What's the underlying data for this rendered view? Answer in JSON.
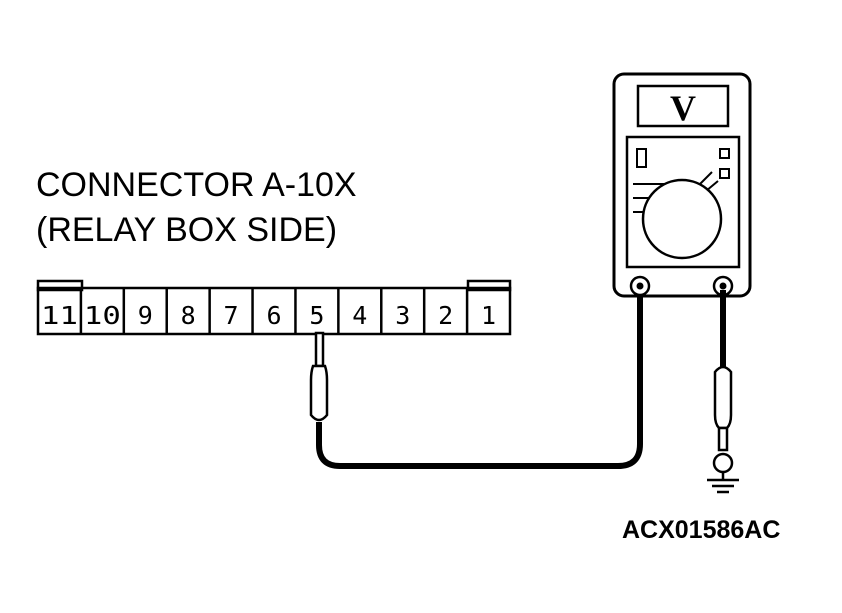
{
  "connector": {
    "title": "CONNECTOR A-10X",
    "subtitle": "(RELAY BOX SIDE)",
    "pins": [
      "11",
      "10",
      "9",
      "8",
      "7",
      "6",
      "5",
      "4",
      "3",
      "2",
      "1"
    ],
    "probed_pin": "5"
  },
  "meter": {
    "mode_label": "V",
    "icons": [
      "voltmeter-icon",
      "ground-icon",
      "probe-icon"
    ]
  },
  "figure_code": "ACX01586AC",
  "colors": {
    "ink": "#000000",
    "background": "#ffffff"
  }
}
